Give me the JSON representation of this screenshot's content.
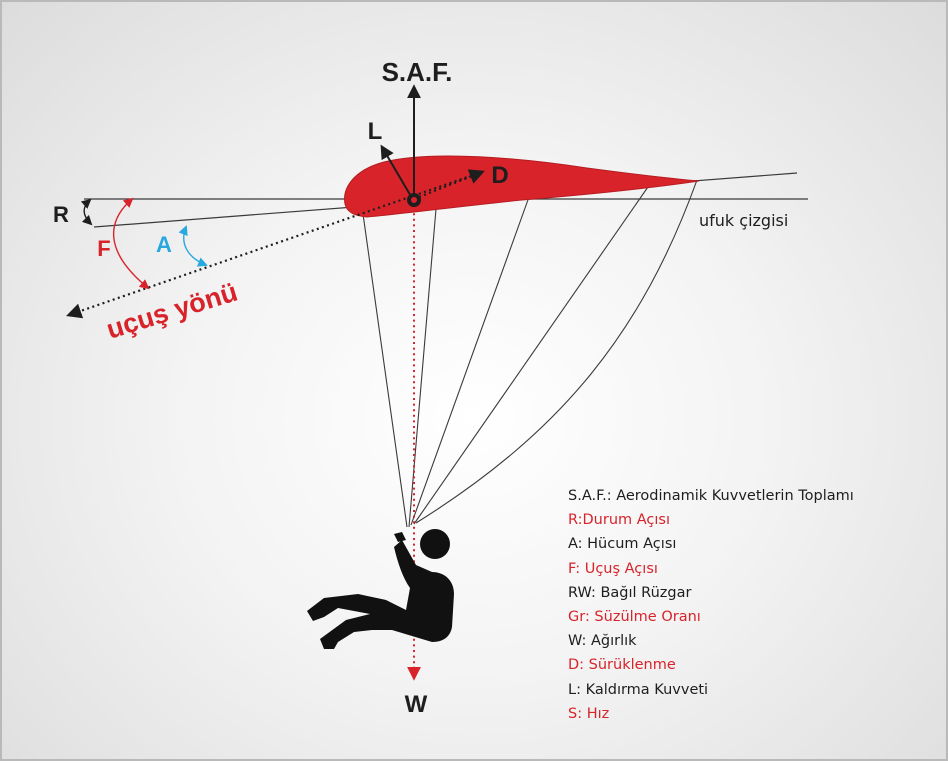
{
  "colors": {
    "wing": "#d8232a",
    "accent_red": "#d8232a",
    "accent_blue": "#29a8e0",
    "ink": "#1e1e1e",
    "lines": "#3a3a3a"
  },
  "labels": {
    "saf": "S.A.F.",
    "lift": "L",
    "drag": "D",
    "weight": "W",
    "r_angle": "R",
    "f_angle": "F",
    "a_angle": "A",
    "horizon": "ufuk çizgisi",
    "flight_direction": "uçuş yönü"
  },
  "icons": [
    "pilot-silhouette-icon"
  ],
  "legend": [
    {
      "text": "S.A.F.: Aerodinamik Kuvvetlerin Toplamı",
      "color": "black"
    },
    {
      "text": "R:Durum Açısı",
      "color": "red"
    },
    {
      "text": "A: Hücum Açısı",
      "color": "black"
    },
    {
      "text": "F: Uçuş Açısı",
      "color": "red"
    },
    {
      "text": "RW: Bağıl Rüzgar",
      "color": "black"
    },
    {
      "text": "Gr: Süzülme Oranı",
      "color": "red"
    },
    {
      "text": "W: Ağırlık",
      "color": "black"
    },
    {
      "text": "D: Sürüklenme",
      "color": "red"
    },
    {
      "text": "L: Kaldırma Kuvveti",
      "color": "black"
    },
    {
      "text": "S: Hız",
      "color": "red"
    }
  ]
}
